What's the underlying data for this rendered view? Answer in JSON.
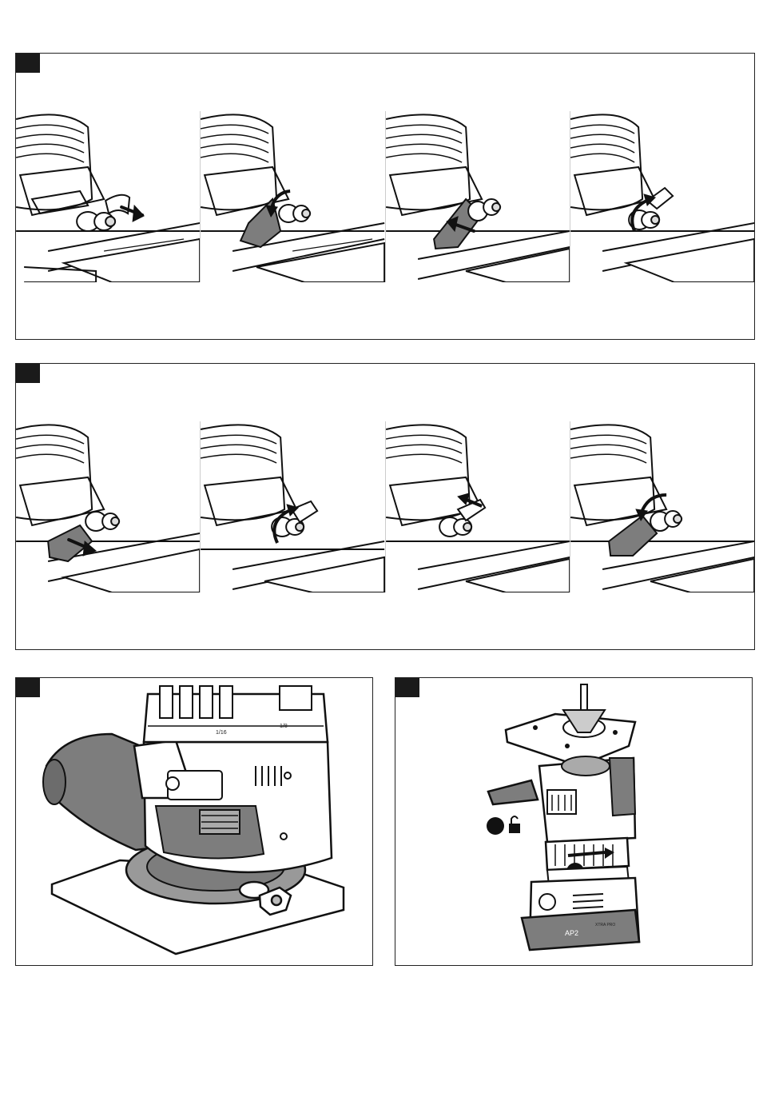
{
  "figures": [
    {
      "id": "fig-top",
      "steps": [
        "adjust-1",
        "adjust-2",
        "adjust-3",
        "adjust-4"
      ]
    },
    {
      "id": "fig-middle",
      "steps": [
        "adjust-1",
        "adjust-2",
        "adjust-3",
        "adjust-4"
      ]
    },
    {
      "id": "fig-bottom-left",
      "scale_labels": [
        "1/16",
        "1/8"
      ]
    },
    {
      "id": "fig-bottom-right",
      "battery_text": [
        "AP2",
        "XTRA PRO"
      ]
    }
  ],
  "icons": {
    "arrow": "arrow-icon",
    "rotate": "rotate-arrow-icon",
    "unlock": "unlock-icon",
    "marker": "filled-circle-icon"
  },
  "colors": {
    "ink": "#111111",
    "shade": "#7d7d7d",
    "panel_border": "#222222",
    "tag": "#1a1a1a"
  }
}
